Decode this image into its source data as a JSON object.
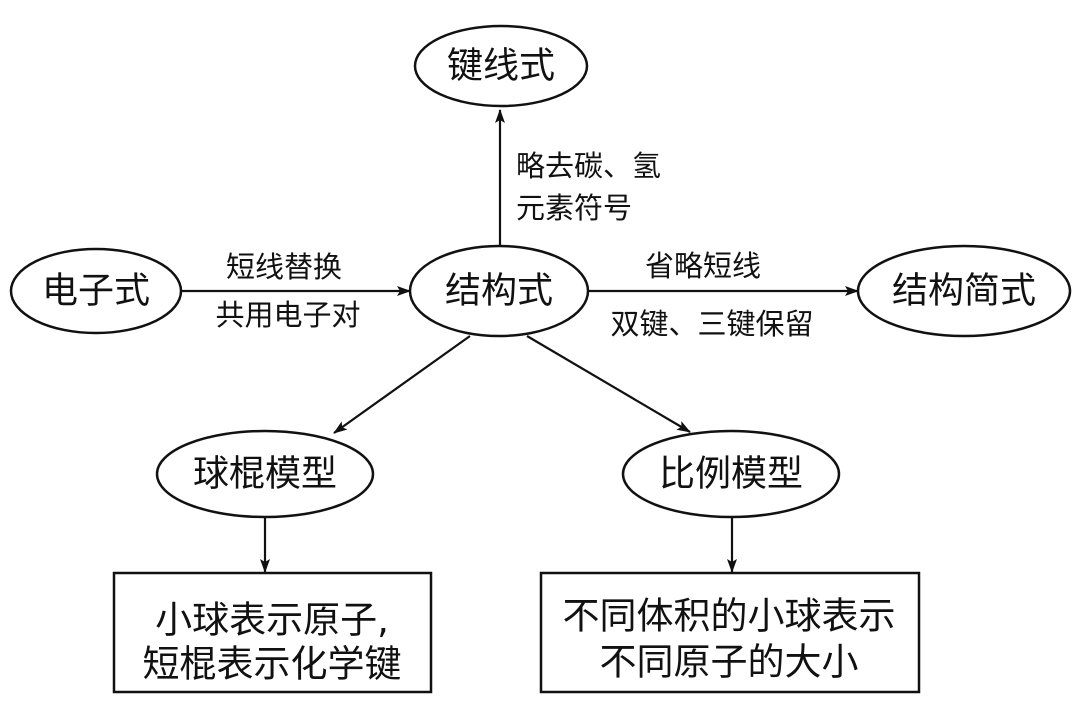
{
  "nodes": {
    "bond_line": "键线式",
    "electron": "电子式",
    "structural": "结构式",
    "condensed": "结构简式",
    "ball_stick": "球棍模型",
    "space_filling": "比例模型"
  },
  "edge_labels": {
    "to_bond_line": [
      "略去碳、氢",
      "元素符号"
    ],
    "electron_to_structural": [
      "短线替换",
      "共用电子对"
    ],
    "to_condensed": [
      "省略短线",
      "双键、三键保留"
    ]
  },
  "notes": {
    "ball_stick": [
      "小球表示原子,",
      "短棍表示化学键"
    ],
    "space_filling": [
      "不同体积的小球表示",
      "不同原子的大小"
    ]
  }
}
